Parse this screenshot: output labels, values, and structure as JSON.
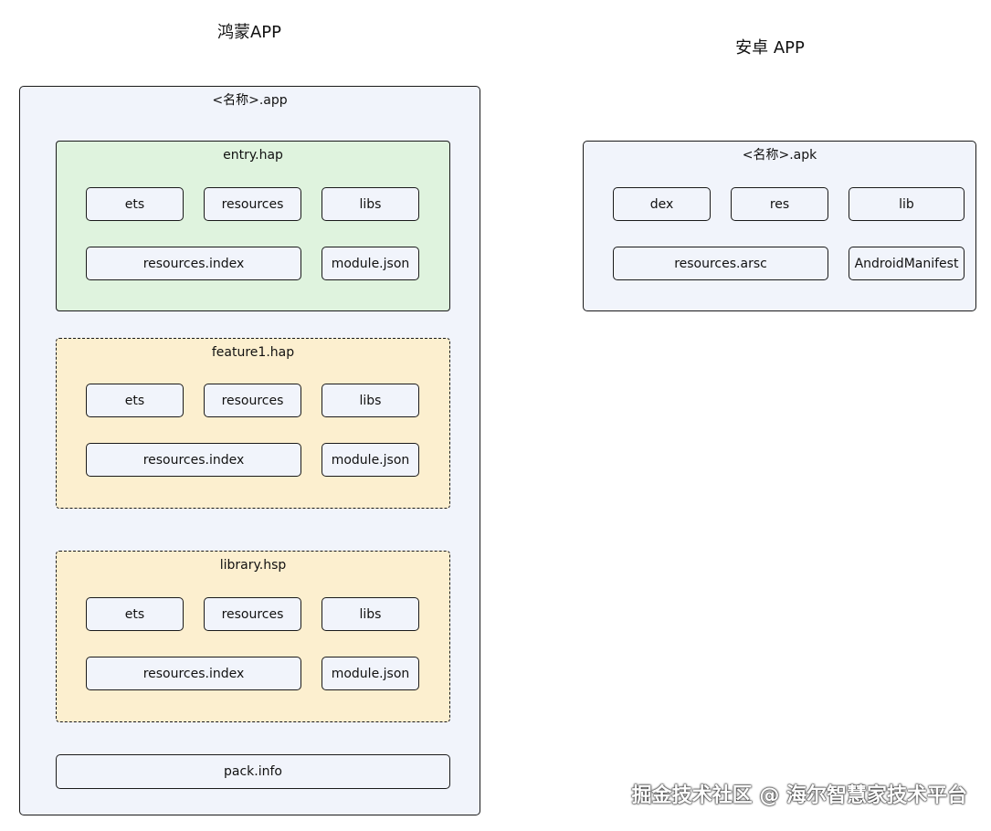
{
  "harmony": {
    "heading": "鸿蒙APP",
    "container_label": "<名称>.app",
    "entry": {
      "title": "entry.hap",
      "items": [
        "ets",
        "resources",
        "libs",
        "resources.index",
        "module.json"
      ]
    },
    "feature": {
      "title": "feature1.hap",
      "items": [
        "ets",
        "resources",
        "libs",
        "resources.index",
        "module.json"
      ]
    },
    "library": {
      "title": "library.hsp",
      "items": [
        "ets",
        "resources",
        "libs",
        "resources.index",
        "module.json"
      ]
    },
    "pack_info": "pack.info"
  },
  "android": {
    "heading": "安卓 APP",
    "container_label": "<名称>.apk",
    "items": [
      "dex",
      "res",
      "lib",
      "resources.arsc",
      "AndroidManifest"
    ]
  },
  "watermark": "掘金技术社区 @ 海尔智慧家技术平台",
  "colors": {
    "container_fill": "#f1f4fb",
    "entry_fill": "#dff3de",
    "dashed_fill": "#fcefcf",
    "stroke": "#1a1a1a"
  }
}
